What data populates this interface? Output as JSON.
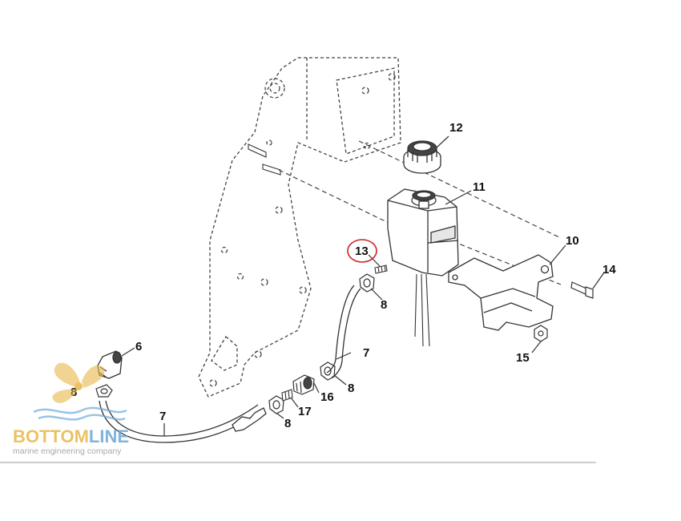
{
  "callouts": [
    {
      "id": "c-12",
      "text": "12"
    },
    {
      "id": "c-11",
      "text": "11"
    },
    {
      "id": "c-13",
      "text": "13",
      "highlighted": true
    },
    {
      "id": "c-10",
      "text": "10"
    },
    {
      "id": "c-14",
      "text": "14"
    },
    {
      "id": "c-8a",
      "text": "8"
    },
    {
      "id": "c-6",
      "text": "6"
    },
    {
      "id": "c-7a",
      "text": "7"
    },
    {
      "id": "c-15",
      "text": "15"
    },
    {
      "id": "c-8b",
      "text": "8"
    },
    {
      "id": "c-8c",
      "text": "8"
    },
    {
      "id": "c-16",
      "text": "16"
    },
    {
      "id": "c-17",
      "text": "17"
    },
    {
      "id": "c-7b",
      "text": "7"
    },
    {
      "id": "c-8d",
      "text": "8"
    }
  ],
  "logo": {
    "name_part1": "BOTTOM",
    "name_part2": "LINE",
    "tagline": "marine engineering company"
  },
  "colors": {
    "line": "#333333",
    "highlight_circle": "#cc2222",
    "logo_gold": "#e8b84a",
    "logo_blue": "#6aa8d8",
    "logo_gray": "#9a9a9a",
    "rule": "#cccccc"
  }
}
